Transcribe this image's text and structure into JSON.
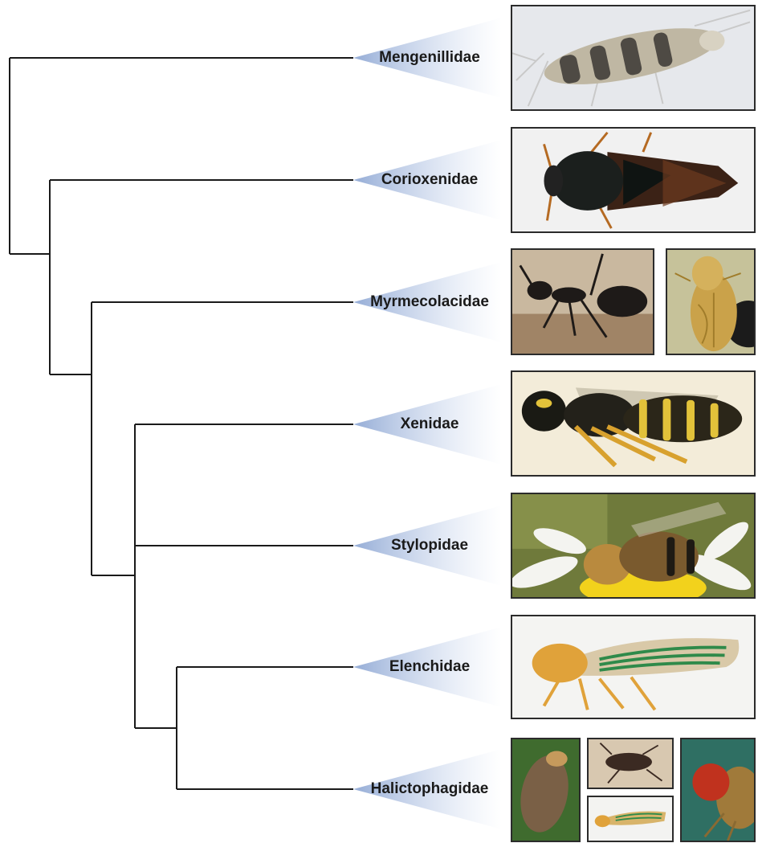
{
  "figure": {
    "taxa": [
      {
        "name": "Mengenillidae",
        "insect_icon": "silverfish-icon"
      },
      {
        "name": "Corioxenidae",
        "insect_icon": "stink-bug-icon"
      },
      {
        "name": "Myrmecolacidae",
        "insect_icon": "ant-icon"
      },
      {
        "name": "Xenidae",
        "insect_icon": "wasp-icon"
      },
      {
        "name": "Stylopidae",
        "insect_icon": "bee-icon"
      },
      {
        "name": "Elenchidae",
        "insect_icon": "planthopper-icon"
      },
      {
        "name": "Halictophagidae",
        "insect_icon": "leafhopper-icon"
      }
    ],
    "colors": {
      "branch": "#1a1a1a",
      "label": "#1a1a1a",
      "fan_gradient": "#8fa8d4",
      "photo_border": "#2b2b2b"
    }
  }
}
